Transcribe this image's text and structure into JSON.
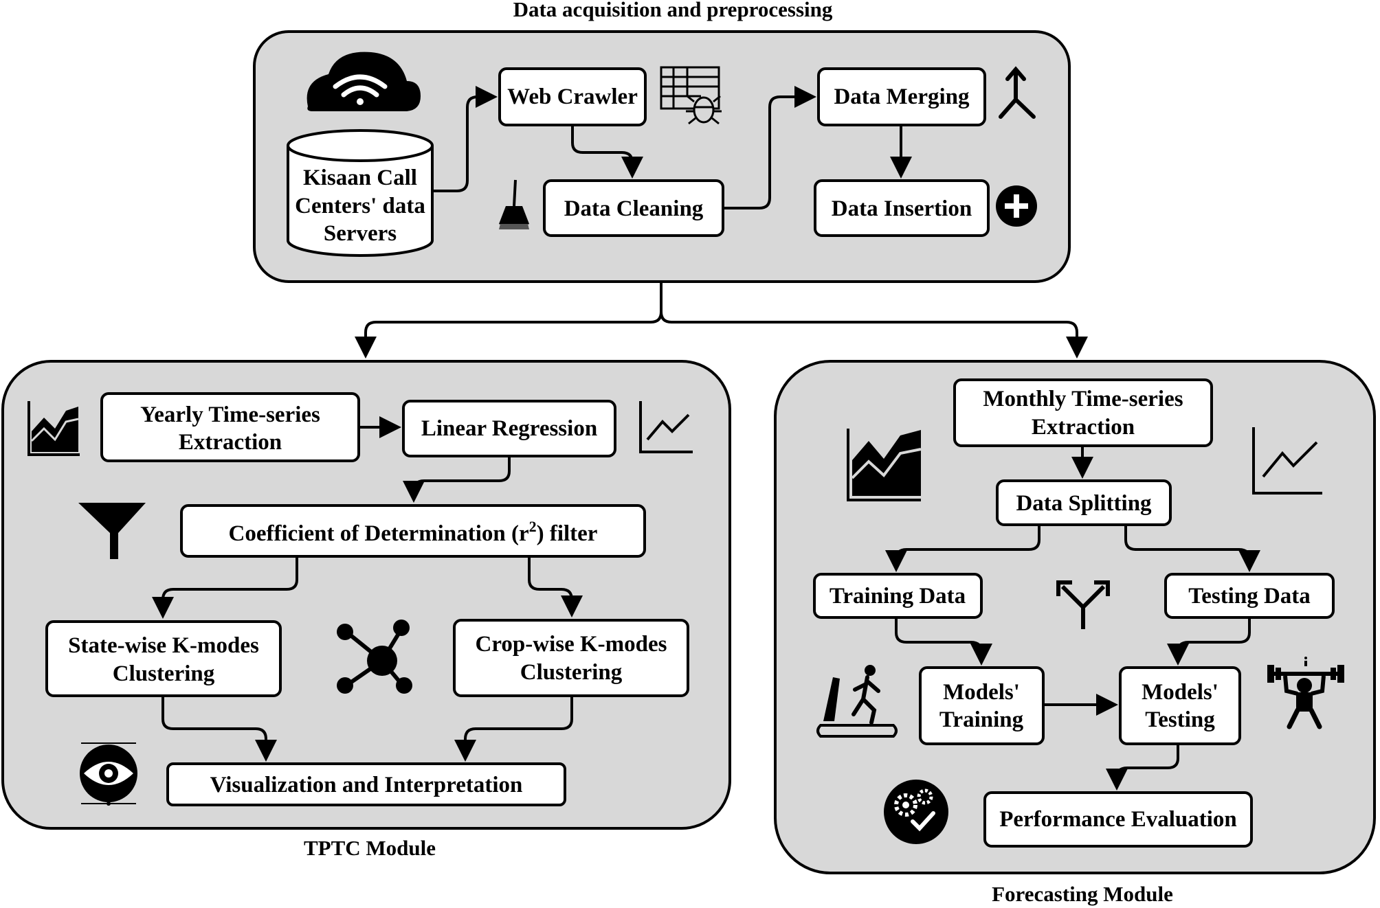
{
  "sections": {
    "acquisition": {
      "title": "Data acquisition and preprocessing",
      "servers": [
        "Kisaan Call",
        "Centers' data",
        "Servers"
      ],
      "web_crawler": "Web Crawler",
      "data_cleaning": "Data Cleaning",
      "data_merging": "Data Merging",
      "data_insertion": "Data Insertion"
    },
    "tptc": {
      "title": "TPTC Module",
      "yearly_extraction": [
        "Yearly Time-series",
        "Extraction"
      ],
      "linear_regression": "Linear Regression",
      "coefficient_filter": {
        "pre": "Coefficient of Determination (r",
        "sup": "2",
        "post": ") filter"
      },
      "state_clustering": [
        "State-wise K-modes",
        "Clustering"
      ],
      "crop_clustering": [
        "Crop-wise K-modes",
        "Clustering"
      ],
      "visualization": "Visualization and Interpretation"
    },
    "forecasting": {
      "title": "Forecasting Module",
      "monthly_extraction": [
        "Monthly Time-series",
        "Extraction"
      ],
      "data_splitting": "Data Splitting",
      "training_data": "Training Data",
      "testing_data": "Testing Data",
      "models_training": [
        "Models'",
        "Training"
      ],
      "models_testing": [
        "Models'",
        "Testing"
      ],
      "performance_evaluation": "Performance Evaluation"
    }
  },
  "icons": [
    "cloud-wifi-icon",
    "database-icon",
    "spreadsheet-bug-icon",
    "broom-icon",
    "merge-icon",
    "plus-circle-icon",
    "area-chart-icon",
    "line-chart-icon",
    "funnel-icon",
    "network-hub-icon",
    "eye-icon",
    "split-arrows-icon",
    "treadmill-runner-icon",
    "weightlifter-icon",
    "gears-check-icon"
  ]
}
